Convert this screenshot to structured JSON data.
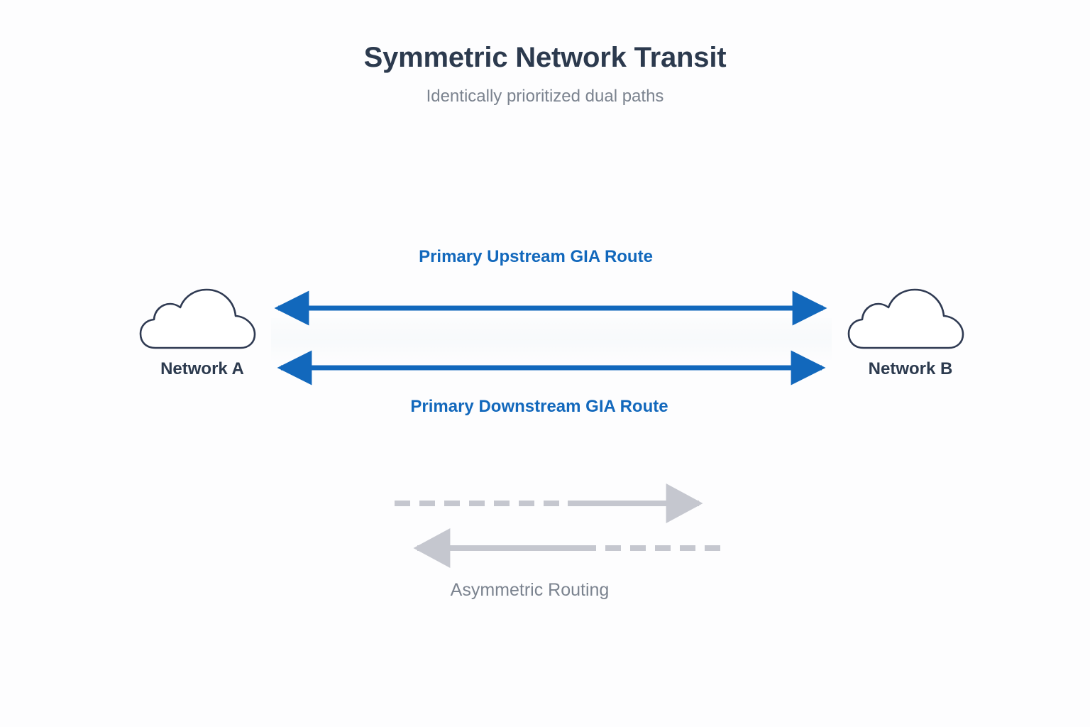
{
  "header": {
    "title": "Symmetric Network Transit",
    "subtitle": "Identically prioritized dual paths"
  },
  "diagram": {
    "nodes": [
      {
        "id": "network-a",
        "label": "Network A",
        "icon": "cloud-icon"
      },
      {
        "id": "network-b",
        "label": "Network B",
        "icon": "cloud-icon"
      }
    ],
    "primary_routes": [
      {
        "id": "upstream",
        "label": "Primary Upstream GIA Route",
        "direction": "bidirectional",
        "style": "solid",
        "color": "#1268bc"
      },
      {
        "id": "downstream",
        "label": "Primary Downstream GIA Route",
        "direction": "bidirectional",
        "style": "solid",
        "color": "#1268bc"
      }
    ],
    "secondary_group": {
      "label": "Asymmetric Routing",
      "color": "#c5c7cf",
      "paths": [
        {
          "id": "asym-forward",
          "direction": "right",
          "style": "dashed-then-solid"
        },
        {
          "id": "asym-return",
          "direction": "left",
          "style": "solid-then-dashed"
        }
      ]
    }
  },
  "colors": {
    "background": "#fdfdfe",
    "title": "#2c3a4e",
    "subtitle": "#7b838f",
    "accent_blue": "#1268bc",
    "muted_gray": "#c5c7cf",
    "cloud_stroke": "#2f3a52"
  }
}
